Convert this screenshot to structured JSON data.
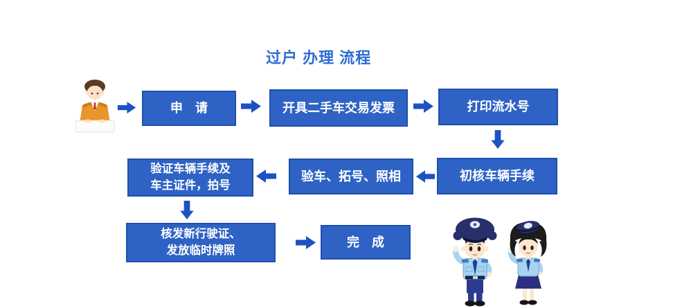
{
  "page": {
    "title": "过户 办理 流程"
  },
  "colors": {
    "title_text": "#2e6bd2",
    "box_fill": "#2e63c5",
    "box_border": "#1e4fae",
    "box_text": "#ffffff",
    "arrow": "#1d52c2"
  },
  "steps": {
    "apply": {
      "label": "申　请"
    },
    "invoice": {
      "label": "开具二手车交易发票"
    },
    "print_serial": {
      "label": "打印流水号"
    },
    "initial_check": {
      "label": "初核车辆手续"
    },
    "inspection": {
      "label": "验车、拓号、照相"
    },
    "verify_docs": {
      "line1": "验证车辆手续及",
      "line2": "车主证件，拍号"
    },
    "issue_license": {
      "line1": "核发新行驶证、",
      "line2": "发放临时牌照"
    },
    "complete": {
      "label": "完　成"
    }
  },
  "icons": {
    "applicant": "person-at-desk-icon",
    "police_male": "male-police-officer-saluting-icon",
    "police_female": "female-police-officer-saluting-icon",
    "arrow_types": [
      "arrow-right-icon",
      "arrow-left-icon",
      "arrow-down-icon"
    ]
  }
}
